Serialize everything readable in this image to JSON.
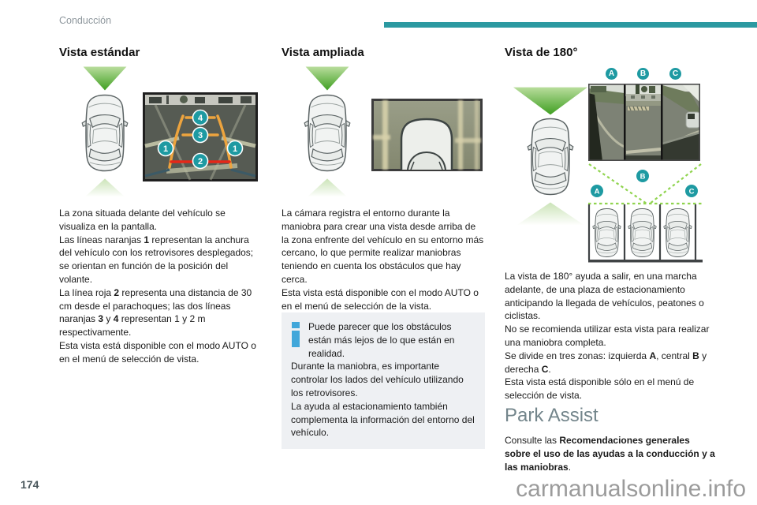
{
  "page_header": {
    "section_label": "Conducción"
  },
  "colors": {
    "accent_teal": "#1e9aa2",
    "top_bar_teal": "#2b99a1",
    "cone_green_top": "#b9dd9d",
    "cone_green_bottom": "#3f9f21",
    "dashed_guide_green": "#90d44f",
    "info_icon_blue": "#41a7da",
    "note_background": "#eef0f3",
    "orange_guide_line": "#eda43e",
    "red_guide_line": "#e52718"
  },
  "columns": {
    "standard": {
      "heading": "Vista estándar",
      "screen_markers": [
        "1",
        "2",
        "3",
        "4"
      ],
      "body": [
        [
          {
            "t": "La zona situada delante del vehículo se visualiza en la pantalla."
          }
        ],
        [
          {
            "t": "Las líneas naranjas "
          },
          {
            "t": "1",
            "b": true
          },
          {
            "t": " representan la anchura del vehículo con los retrovisores desplegados; se orientan en función de la posición del volante."
          }
        ],
        [
          {
            "t": "La línea roja "
          },
          {
            "t": "2",
            "b": true
          },
          {
            "t": " representa una distancia de 30 cm desde el parachoques; las dos líneas naranjas "
          },
          {
            "t": "3",
            "b": true
          },
          {
            "t": " y "
          },
          {
            "t": "4",
            "b": true
          },
          {
            "t": " representan 1 y 2 m respectivamente."
          }
        ],
        [
          {
            "t": "Esta vista está disponible con el modo AUTO o en el menú de selección de vista."
          }
        ]
      ]
    },
    "extended": {
      "heading": "Vista ampliada",
      "body": [
        [
          {
            "t": "La cámara registra el entorno durante la maniobra para crear una vista desde arriba de la zona enfrente del vehículo en su entorno más cercano, lo que permite realizar maniobras teniendo en cuenta los obstáculos que hay cerca."
          }
        ],
        [
          {
            "t": "Esta vista está disponible con el modo AUTO o en el menú de selección de la vista."
          }
        ]
      ],
      "note": [
        [
          {
            "t": "Puede parecer que los obstáculos están más lejos de lo que están en realidad."
          }
        ],
        [
          {
            "t": "Durante la maniobra, es importante controlar los lados del vehículo utilizando los retrovisores."
          }
        ],
        [
          {
            "t": "La ayuda al estacionamiento también complementa la información del entorno del vehículo."
          }
        ]
      ]
    },
    "view180": {
      "heading": "Vista de 180°",
      "zone_labels": [
        "A",
        "B",
        "C"
      ],
      "body": [
        [
          {
            "t": "La vista de 180° ayuda a salir, en una marcha adelante, de una plaza de estacionamiento anticipando la llegada de vehículos, peatones o ciclistas."
          }
        ],
        [
          {
            "t": "No se recomienda utilizar esta vista para realizar una maniobra completa."
          }
        ],
        [
          {
            "t": "Se divide en tres zonas: izquierda "
          },
          {
            "t": "A",
            "b": true
          },
          {
            "t": ", central "
          },
          {
            "t": "B",
            "b": true
          },
          {
            "t": " y derecha "
          },
          {
            "t": "C",
            "b": true
          },
          {
            "t": "."
          }
        ],
        [
          {
            "t": "Esta vista está disponible sólo en el menú de selección de vista."
          }
        ]
      ]
    }
  },
  "park_assist": {
    "heading": "Park Assist",
    "body": [
      [
        {
          "t": "Consulte las "
        },
        {
          "t": "Recomendaciones generales sobre el uso de las ayudas a la conducción y a las maniobras",
          "b": true
        },
        {
          "t": "."
        }
      ]
    ]
  },
  "footer": {
    "page_number": "174",
    "watermark": "carmanualsonline.info"
  }
}
